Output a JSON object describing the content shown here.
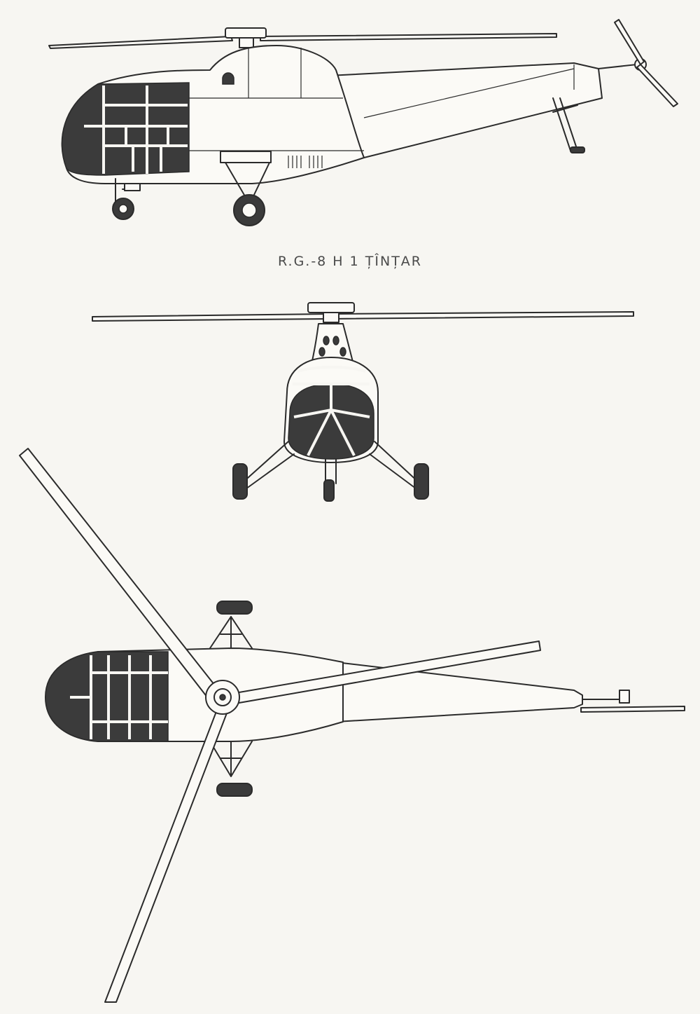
{
  "drawing": {
    "caption": "R.G.-8 H 1 ȚÎNȚAR",
    "views": [
      "side-view",
      "front-view",
      "top-view"
    ]
  }
}
